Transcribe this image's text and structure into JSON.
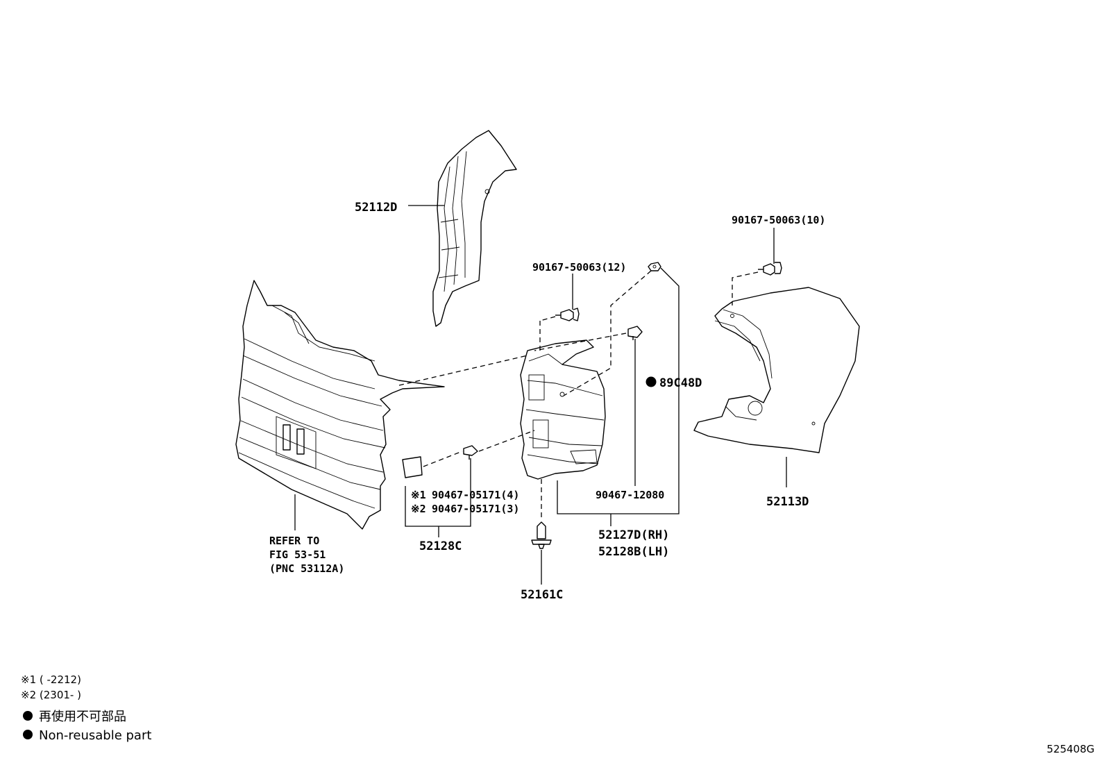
{
  "callouts": {
    "p52112D": "52112D",
    "p90167_10": "90167-50063(10)",
    "p90167_12": "90167-50063(12)",
    "p89C48D": "89C48D",
    "p52113D": "52113D",
    "p90467_12080": "90467-12080",
    "p52127D": "52127D(RH)",
    "p52128B": "52128B(LH)",
    "p90467_4": "90467-05171(4)",
    "p90467_3": "90467-05171(3)",
    "mark1": "※1",
    "mark2": "※2",
    "p52128C": "52128C",
    "p52161C": "52161C",
    "refer1": "REFER TO",
    "refer2": "FIG 53-51",
    "refer3": "(PNC 53112A)"
  },
  "legend": {
    "note1": "※1 (       -2212)",
    "note2": "※2 (2301-       )",
    "nonreusable_jp": "再使用不可部品",
    "nonreusable_en": "Non-reusable part"
  },
  "figure_code": "525408G"
}
